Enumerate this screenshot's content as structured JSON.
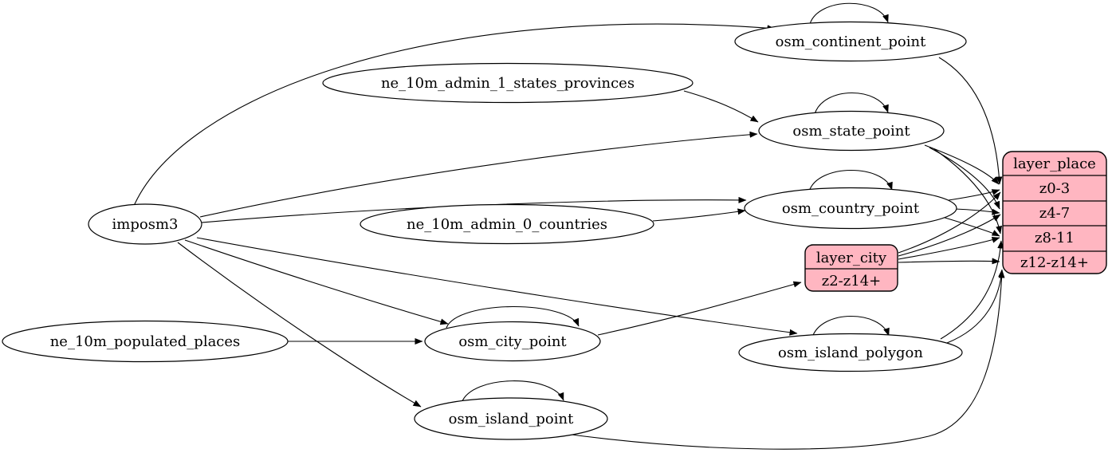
{
  "diagram": {
    "kind": "etl-graph",
    "background": "#ffffff",
    "node_fill": "#ffffff",
    "record_fill": "#ffb6c1",
    "stroke": "#000000",
    "nodes": [
      {
        "id": "imposm3",
        "label": "imposm3"
      },
      {
        "id": "ne_10m_admin_1_states_provinces",
        "label": "ne_10m_admin_1_states_provinces"
      },
      {
        "id": "ne_10m_admin_0_countries",
        "label": "ne_10m_admin_0_countries"
      },
      {
        "id": "ne_10m_populated_places",
        "label": "ne_10m_populated_places"
      },
      {
        "id": "osm_continent_point",
        "label": "osm_continent_point"
      },
      {
        "id": "osm_state_point",
        "label": "osm_state_point"
      },
      {
        "id": "osm_country_point",
        "label": "osm_country_point"
      },
      {
        "id": "osm_city_point",
        "label": "osm_city_point"
      },
      {
        "id": "osm_island_polygon",
        "label": "osm_island_polygon"
      },
      {
        "id": "osm_island_point",
        "label": "osm_island_point"
      }
    ],
    "records": [
      {
        "id": "layer_city",
        "title": "layer_city",
        "rows": [
          "z2-z14+"
        ]
      },
      {
        "id": "layer_place",
        "title": "layer_place",
        "rows": [
          "z0-3",
          "z4-7",
          "z8-11",
          "z12-z14+"
        ]
      }
    ],
    "edges": [
      {
        "from": "imposm3",
        "to": "osm_continent_point"
      },
      {
        "from": "imposm3",
        "to": "osm_state_point"
      },
      {
        "from": "imposm3",
        "to": "osm_country_point"
      },
      {
        "from": "imposm3",
        "to": "osm_city_point"
      },
      {
        "from": "imposm3",
        "to": "osm_island_polygon"
      },
      {
        "from": "imposm3",
        "to": "osm_island_point"
      },
      {
        "from": "ne_10m_admin_1_states_provinces",
        "to": "osm_state_point"
      },
      {
        "from": "ne_10m_admin_0_countries",
        "to": "osm_country_point"
      },
      {
        "from": "ne_10m_populated_places",
        "to": "osm_city_point"
      },
      {
        "from": "osm_continent_point",
        "to": "osm_continent_point",
        "self_loop": true
      },
      {
        "from": "osm_state_point",
        "to": "osm_state_point",
        "self_loop": true
      },
      {
        "from": "osm_country_point",
        "to": "osm_country_point",
        "self_loop": true
      },
      {
        "from": "osm_city_point",
        "to": "osm_city_point",
        "self_loop": true
      },
      {
        "from": "osm_island_polygon",
        "to": "osm_island_polygon",
        "self_loop": true
      },
      {
        "from": "osm_island_point",
        "to": "osm_island_point",
        "self_loop": true
      },
      {
        "from": "osm_city_point",
        "to": "layer_city:z2-z14+"
      },
      {
        "from": "osm_continent_point",
        "to": "layer_place:z0-3"
      },
      {
        "from": "osm_state_point",
        "to": "layer_place:z0-3"
      },
      {
        "from": "osm_state_point",
        "to": "layer_place:z4-7"
      },
      {
        "from": "osm_state_point",
        "to": "layer_place:z8-11"
      },
      {
        "from": "osm_country_point",
        "to": "layer_place:z0-3"
      },
      {
        "from": "osm_country_point",
        "to": "layer_place:z4-7"
      },
      {
        "from": "osm_country_point",
        "to": "layer_place:z8-11"
      },
      {
        "from": "layer_city:z2-z14+",
        "to": "layer_place:z0-3"
      },
      {
        "from": "layer_city:z2-z14+",
        "to": "layer_place:z4-7"
      },
      {
        "from": "layer_city:z2-z14+",
        "to": "layer_place:z8-11"
      },
      {
        "from": "layer_city:z2-z14+",
        "to": "layer_place:z12-z14+"
      },
      {
        "from": "osm_island_polygon",
        "to": "layer_place:z8-11"
      },
      {
        "from": "osm_island_polygon",
        "to": "layer_place:z12-z14+"
      },
      {
        "from": "osm_island_point",
        "to": "layer_place:z12-z14+"
      }
    ]
  }
}
